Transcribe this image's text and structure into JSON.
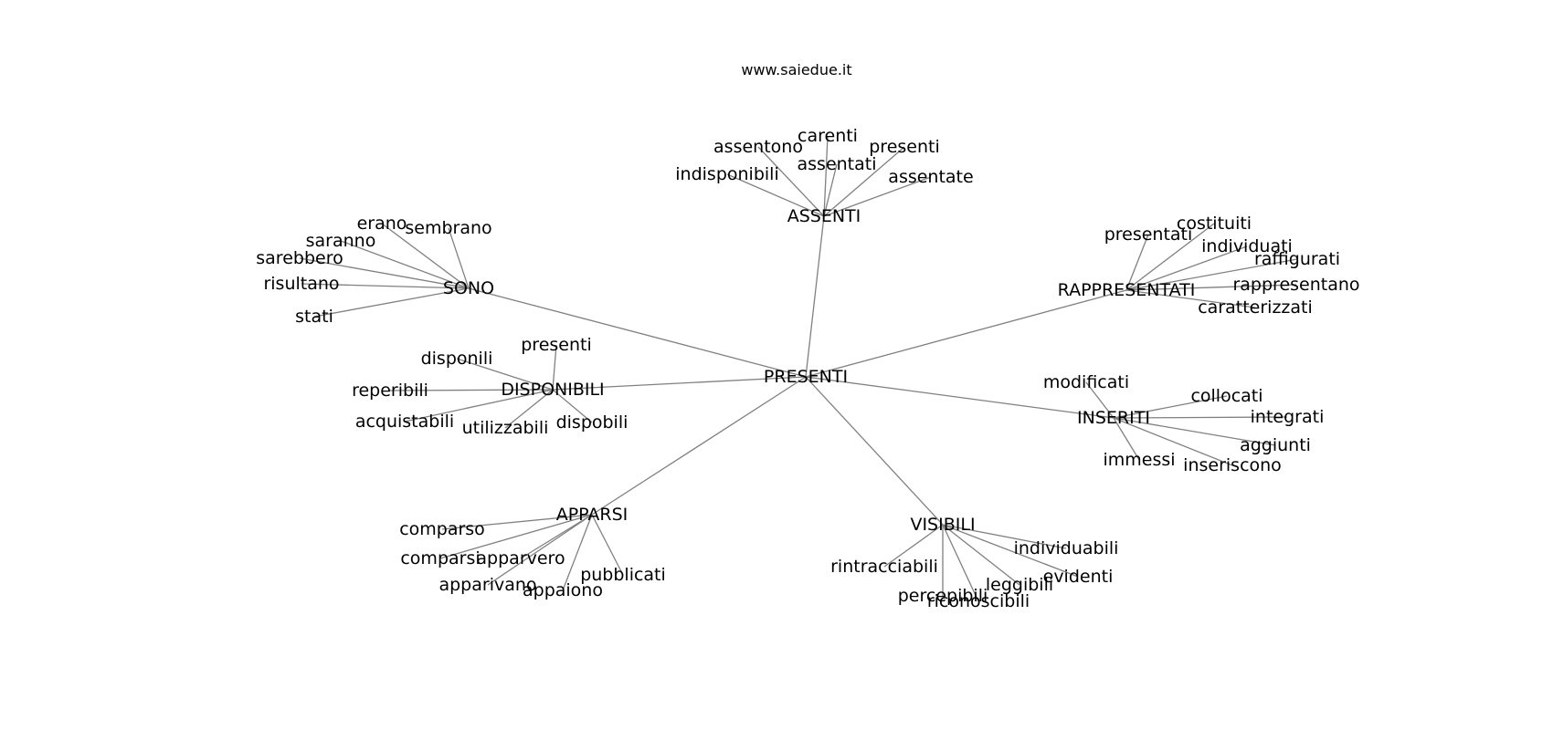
{
  "title": "www.saiedue.it",
  "colors": {
    "edge": "#808080",
    "text": "#000000",
    "background": "#ffffff"
  },
  "graph": {
    "root": "PRESENTI",
    "clusters": [
      {
        "hub": "ASSENTI",
        "words": [
          "assentono",
          "carenti",
          "presenti",
          "assentati",
          "indisponibili",
          "assentate"
        ]
      },
      {
        "hub": "SONO",
        "words": [
          "erano",
          "sembrano",
          "saranno",
          "sarebbero",
          "risultano",
          "stati"
        ]
      },
      {
        "hub": "RAPPRESENTATI",
        "words": [
          "presentati",
          "costituiti",
          "individuati",
          "raffigurati",
          "rappresentano",
          "caratterizzati"
        ]
      },
      {
        "hub": "DISPONIBILI",
        "words": [
          "presenti",
          "disponili",
          "reperibili",
          "acquistabili",
          "utilizzabili",
          "dispobili"
        ]
      },
      {
        "hub": "INSERITI",
        "words": [
          "modificati",
          "collocati",
          "integrati",
          "aggiunti",
          "immessi",
          "inseriscono"
        ]
      },
      {
        "hub": "APPARSI",
        "words": [
          "comparso",
          "comparsi",
          "apparvero",
          "apparivano",
          "appaiono",
          "pubblicati"
        ]
      },
      {
        "hub": "VISIBILI",
        "words": [
          "individuabili",
          "evidenti",
          "leggibili",
          "rintracciabili",
          "percepibili",
          "riconoscibili"
        ]
      }
    ]
  }
}
